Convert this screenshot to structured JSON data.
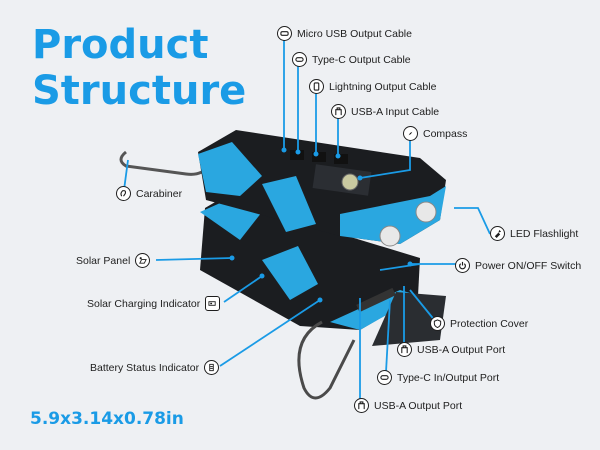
{
  "title": {
    "line1": "Product",
    "line2": "Structure"
  },
  "dimensions": "5.9x3.14x0.78in",
  "labels": {
    "micro_usb": "Micro USB Output Cable",
    "type_c_cable": "Type-C Output Cable",
    "lightning": "Lightning Output Cable",
    "usb_a_input": "USB-A Input Cable",
    "compass": "Compass",
    "carabiner": "Carabiner",
    "led": "LED Flashlight",
    "solar_panel": "Solar Panel",
    "power": "Power ON/OFF Switch",
    "solar_indicator": "Solar Charging Indicator",
    "protection": "Protection Cover",
    "usb_a_port1": "USB-A Output Port",
    "battery": "Battery Status Indicator",
    "type_c_port": "Type-C In/Output Port",
    "usb_a_port2": "USB-A Output Port"
  },
  "colors": {
    "accent": "#1a9be6",
    "device_blue": "#2aa7e0",
    "device_black": "#1b1d20"
  },
  "icons": {
    "micro_usb": "micro-usb-icon",
    "type_c": "type-c-icon",
    "lightning": "lightning-icon",
    "usb_a": "usb-a-icon",
    "compass": "compass-icon",
    "carabiner": "carabiner-icon",
    "led": "flashlight-icon",
    "solar": "solar-icon",
    "power": "power-icon",
    "battery_small": "battery-icon",
    "shield": "shield-icon",
    "battery": "battery-status-icon"
  }
}
